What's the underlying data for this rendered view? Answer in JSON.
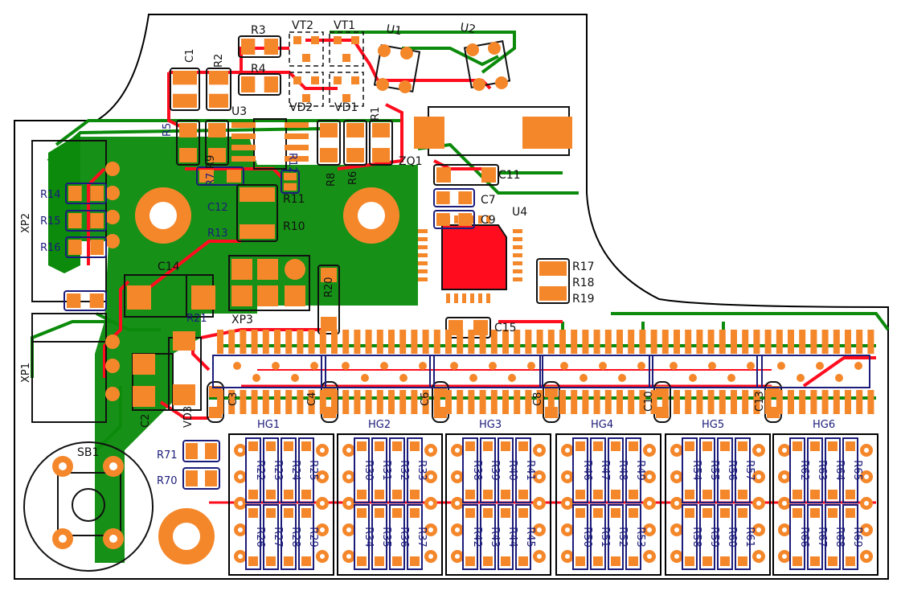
{
  "colors": {
    "background": "#ffffff",
    "outline": "#000000",
    "copper_bottom": "#0b8a0b",
    "copper_top": "#ff0d1f",
    "pad": "#f5872b",
    "silk": "#111111",
    "silk_bottom": "#1c1c7a",
    "hole": "#ffffff"
  },
  "labels": {
    "C1": "C1",
    "R2": "R2",
    "R3": "R3",
    "R4": "R4",
    "VT2": "VT2",
    "VT1": "VT1",
    "U1": "U1",
    "U2": "U2",
    "U3": "U3",
    "VD2": "VD2",
    "VD1": "VD1",
    "R1": "R1",
    "R5": "R5",
    "R6": "R6",
    "R7": "R7",
    "R8": "R8",
    "R9": "R9",
    "R10": "R10",
    "R11": "R11",
    "R12": "R12",
    "R13": "R13",
    "R14": "R14",
    "R15": "R15",
    "R16": "R16",
    "C12": "C12",
    "ZQ1": "ZQ1",
    "C11": "C11",
    "C7": "C7",
    "C9": "C9",
    "U4": "U4",
    "R17": "R17",
    "R18": "R18",
    "R19": "R19",
    "C14": "C14",
    "XP3": "XP3",
    "R20": "R20",
    "R21": "R21",
    "C15": "C15",
    "XP2": "XP2",
    "XP1": "XP1",
    "C2": "C2",
    "C3": "C3",
    "C4": "C4",
    "C6": "C6",
    "C8": "C8",
    "C10": "C10",
    "C13": "C13",
    "VD3": "VD3",
    "SB1": "SB1",
    "R71": "R71",
    "R70": "R70",
    "HG1": "HG1",
    "HG2": "HG2",
    "HG3": "HG3",
    "HG4": "HG4",
    "HG5": "HG5",
    "HG6": "HG6"
  },
  "hg_resistors": [
    [
      "R22",
      "R23",
      "R24",
      "R25",
      "R26",
      "R27",
      "R28",
      "R29"
    ],
    [
      "R30",
      "R31",
      "R32",
      "R33",
      "R34",
      "R35",
      "R36",
      "R37"
    ],
    [
      "R38",
      "R39",
      "R40",
      "R41",
      "R42",
      "R43",
      "R44",
      "R45"
    ],
    [
      "R46",
      "R47",
      "R48",
      "R49",
      "R50",
      "R51",
      "R52",
      "R53"
    ],
    [
      "R54",
      "R55",
      "R56",
      "R57",
      "R58",
      "R59",
      "R60",
      "R61"
    ],
    [
      "R62",
      "R63",
      "R64",
      "R65",
      "R66",
      "R67",
      "R68",
      "R69"
    ]
  ]
}
